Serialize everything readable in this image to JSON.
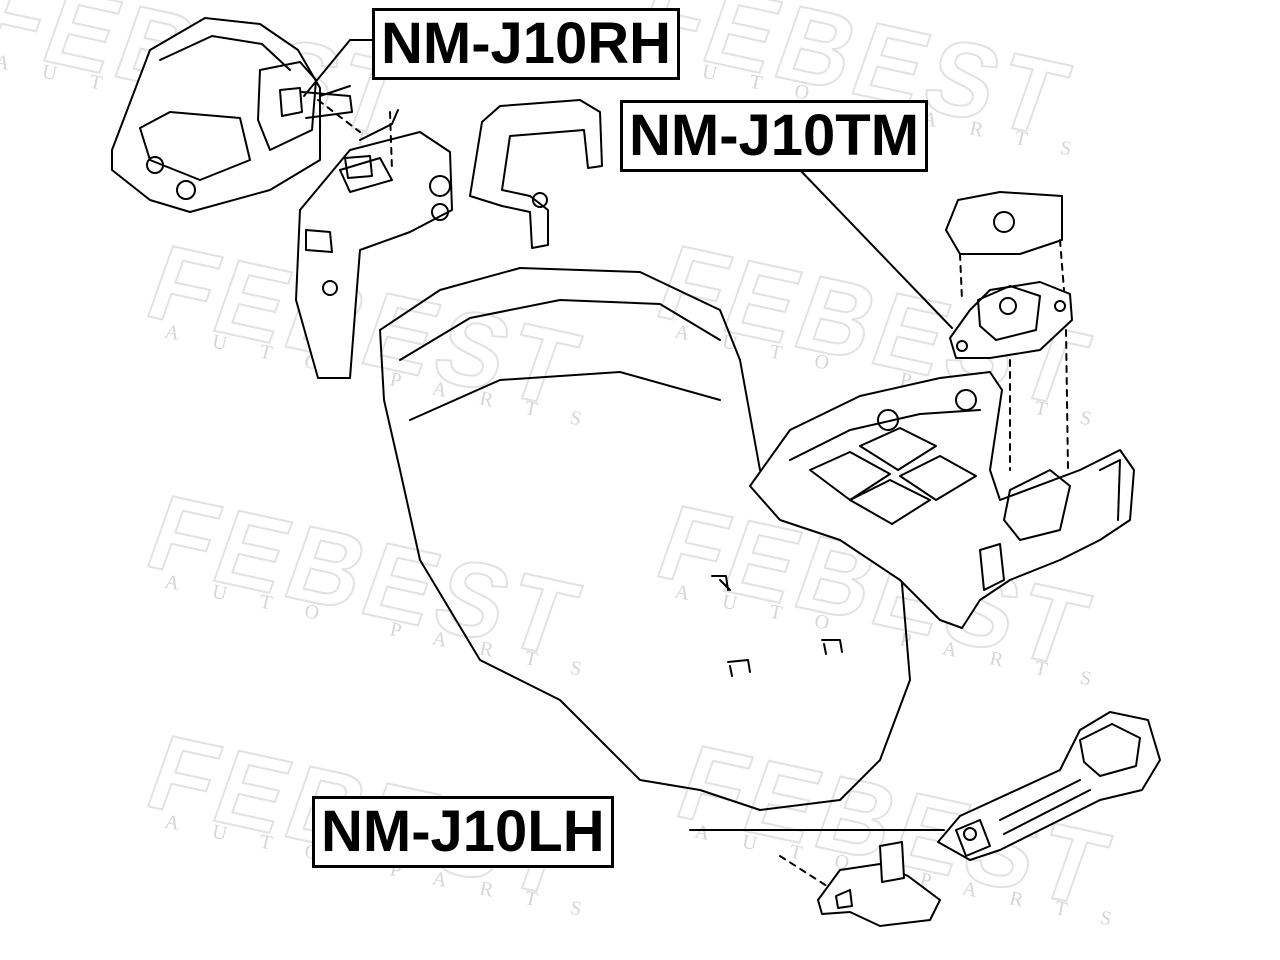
{
  "labels": {
    "rh": "NM-J10RH",
    "tm": "NM-J10TM",
    "lh": "NM-J10LH"
  },
  "watermark": {
    "brand": "FEBEST",
    "tagline": "AUTO PARTS"
  },
  "colors": {
    "line": "#000000",
    "watermark_stroke": "#e2e2e2",
    "background": "#ffffff"
  }
}
